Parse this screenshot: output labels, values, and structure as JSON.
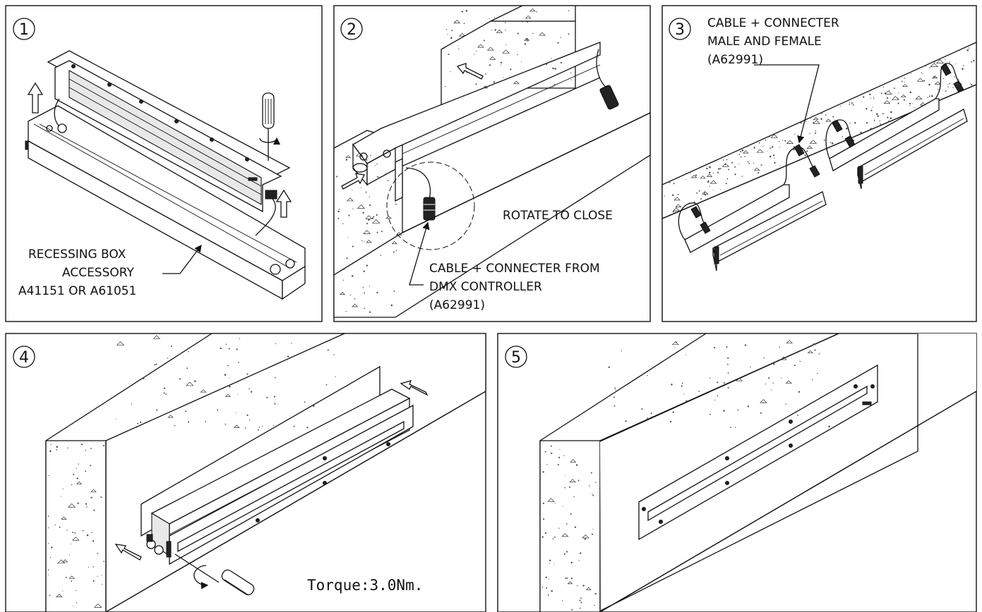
{
  "panels": [
    {
      "number": "1",
      "labels": [
        "RECESSING BOX",
        "ACCESSORY",
        "A41151 OR A61051"
      ]
    },
    {
      "number": "2",
      "labels": [
        "ROTATE TO CLOSE",
        "CABLE + CONNECTER FROM",
        "DMX CONTROLLER",
        "(A62991)"
      ]
    },
    {
      "number": "3",
      "labels": [
        "CABLE + CONNECTER",
        "MALE AND FEMALE",
        "(A62991)"
      ]
    },
    {
      "number": "4",
      "labels": [
        "Torque:3.0Nm."
      ]
    },
    {
      "number": "5",
      "labels": []
    }
  ]
}
